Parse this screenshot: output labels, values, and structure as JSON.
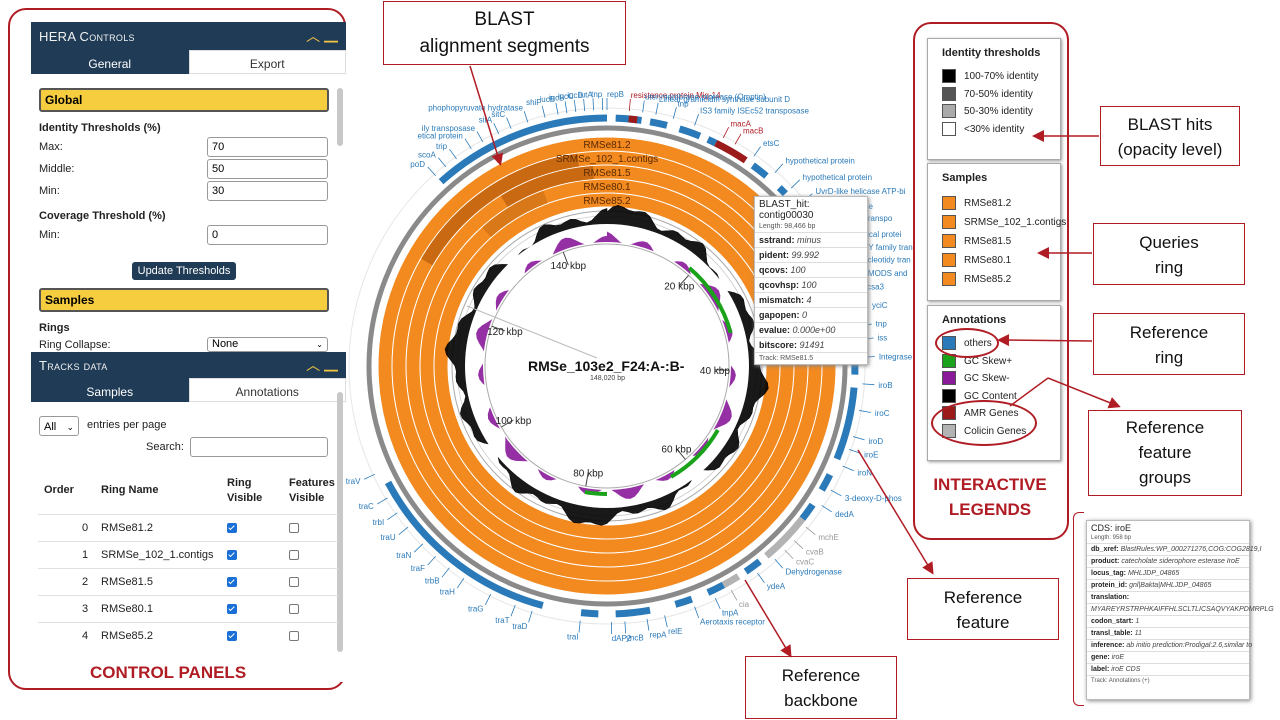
{
  "hera": {
    "title": "HERA Controls",
    "tabs": [
      "General",
      "Export"
    ],
    "global_label": "Global",
    "identity_label": "Identity Thresholds (%)",
    "max_label": "Max:",
    "max_value": "70",
    "middle_label": "Middle:",
    "middle_value": "50",
    "min_label": "Min:",
    "min_value": "30",
    "coverage_label": "Coverage Threshold (%)",
    "cov_min_label": "Min:",
    "cov_min_value": "0",
    "update_button": "Update Thresholds",
    "samples_label": "Samples",
    "rings_label": "Rings",
    "ring_collapse_label": "Ring Collapse:",
    "ring_collapse_value": "None"
  },
  "tracks": {
    "title": "Tracks data",
    "tabs": [
      "Samples",
      "Annotations"
    ],
    "entries_value": "All",
    "entries_label": "entries per page",
    "search_label": "Search:",
    "headers": [
      "Order",
      "Ring Name",
      "Ring Visible",
      "Features Visible"
    ],
    "rows": [
      {
        "order": "0",
        "name": "RMSe81.2"
      },
      {
        "order": "1",
        "name": "SRMSe_102_1.contigs"
      },
      {
        "order": "2",
        "name": "RMSe81.5"
      },
      {
        "order": "3",
        "name": "RMSe80.1"
      },
      {
        "order": "4",
        "name": "RMSe85.2"
      }
    ]
  },
  "callouts": {
    "control_panels": "CONTROL PANELS",
    "blast_segments": [
      "BLAST",
      "alignment segments"
    ],
    "interactive_legends": [
      "INTERACTIVE",
      "LEGENDS"
    ],
    "blast_hits": [
      "BLAST hits",
      "(opacity level)"
    ],
    "queries_ring": [
      "Queries",
      "ring"
    ],
    "reference_ring": [
      "Reference",
      "ring"
    ],
    "feature_groups": [
      "Reference",
      "feature",
      "groups"
    ],
    "reference_feature": [
      "Reference",
      "feature"
    ],
    "reference_backbone": [
      "Reference",
      "backbone"
    ]
  },
  "legends": {
    "identity": {
      "title": "Identity thresholds",
      "items": [
        {
          "label": "100-70% identity",
          "color": "#000000"
        },
        {
          "label": "70-50% identity",
          "color": "#555555"
        },
        {
          "label": "50-30% identity",
          "color": "#aaaaaa"
        },
        {
          "label": "<30% identity",
          "color": "#ffffff"
        }
      ]
    },
    "samples": {
      "title": "Samples",
      "items": [
        {
          "label": "RMSe81.2",
          "color": "#f28a20"
        },
        {
          "label": "SRMSe_102_1.contigs",
          "color": "#f28a20"
        },
        {
          "label": "RMSe81.5",
          "color": "#f28a20"
        },
        {
          "label": "RMSe80.1",
          "color": "#f28a20"
        },
        {
          "label": "RMSe85.2",
          "color": "#f28a20"
        }
      ]
    },
    "annotations": {
      "title": "Annotations",
      "items": [
        {
          "label": "others",
          "color": "#2a7ab9"
        },
        {
          "label": "GC Skew+",
          "color": "#1aa31a"
        },
        {
          "label": "GC Skew-",
          "color": "#8a1a9a"
        },
        {
          "label": "GC Content",
          "color": "#000000"
        },
        {
          "label": "AMR Genes",
          "color": "#9b1b1b"
        },
        {
          "label": "Colicin Genes",
          "color": "#b3b3b3"
        }
      ]
    }
  },
  "plot": {
    "center_title": "RMSe_103e2_F24:A-:B-",
    "center_sub": "148,020 bp",
    "ring_labels": [
      "RMSe81.2",
      "SRMSe_102_1.contigs",
      "RMSe81.5",
      "RMSe80.1",
      "RMSe85.2"
    ],
    "kbp_labels": [
      {
        "t": "20 kbp",
        "a": 42
      },
      {
        "t": "40 kbp",
        "a": 92
      },
      {
        "t": "60 kbp",
        "a": 140
      },
      {
        "t": "80 kbp",
        "a": 190
      },
      {
        "t": "100 kbp",
        "a": 240
      },
      {
        "t": "120 kbp",
        "a": 289
      },
      {
        "t": "140 kbp",
        "a": 339
      }
    ],
    "gene_labels": [
      {
        "t": "resistance protein Mig-14",
        "a": 5,
        "c": "#b01c24"
      },
      {
        "t": "uter membrane protease (Omptin)",
        "a": 8,
        "c": "#2a7ab9"
      },
      {
        "t": "repB",
        "a": 0,
        "c": "#2a7ab9"
      },
      {
        "t": "Linear gramicidin synthase subunit D",
        "a": 11,
        "c": "#2a7ab9"
      },
      {
        "t": "tnp",
        "a": 15,
        "c": "#2a7ab9"
      },
      {
        "t": "IS3 family ISEc52 transposase",
        "a": 20,
        "c": "#2a7ab9"
      },
      {
        "t": "macA",
        "a": 27,
        "c": "#b01c24"
      },
      {
        "t": "macB",
        "a": 30,
        "c": "#b01c24"
      },
      {
        "t": "etsC",
        "a": 35,
        "c": "#2a7ab9"
      },
      {
        "t": "hypothetical protein",
        "a": 41,
        "c": "#2a7ab9"
      },
      {
        "t": "hypothetical protein",
        "a": 46,
        "c": "#2a7ab9"
      },
      {
        "t": "UvrD-like helicase ATP-bi",
        "a": 50,
        "c": "#2a7ab9"
      },
      {
        "t": "Transposase",
        "a": 54,
        "c": "#2a7ab9"
      },
      {
        "t": "Y family transpo",
        "a": 57,
        "c": "#2a7ab9"
      },
      {
        "t": "pothetical protei",
        "a": 61,
        "c": "#2a7ab9"
      },
      {
        "t": "SNCY family tran",
        "a": 64,
        "c": "#2a7ab9"
      },
      {
        "t": "Nucleotidy tran",
        "a": 67,
        "c": "#2a7ab9"
      },
      {
        "t": "SMODS and",
        "a": 70,
        "c": "#2a7ab9"
      },
      {
        "t": "csa3",
        "a": 73,
        "c": "#2a7ab9"
      },
      {
        "t": "yciC",
        "a": 77,
        "c": "#2a7ab9"
      },
      {
        "t": "tnp",
        "a": 81,
        "c": "#2a7ab9"
      },
      {
        "t": "iss",
        "a": 84,
        "c": "#2a7ab9"
      },
      {
        "t": "Integrase",
        "a": 88,
        "c": "#2a7ab9"
      },
      {
        "t": "iroB",
        "a": 94,
        "c": "#2a7ab9"
      },
      {
        "t": "iroC",
        "a": 100,
        "c": "#2a7ab9"
      },
      {
        "t": "iroD",
        "a": 106,
        "c": "#2a7ab9"
      },
      {
        "t": "iroE",
        "a": 109,
        "c": "#2a7ab9"
      },
      {
        "t": "iroN",
        "a": 113,
        "c": "#2a7ab9"
      },
      {
        "t": "3-deoxy-D-phos",
        "a": 119,
        "c": "#2a7ab9"
      },
      {
        "t": "dedA",
        "a": 123,
        "c": "#2a7ab9"
      },
      {
        "t": "mchE",
        "a": 129,
        "c": "#999999"
      },
      {
        "t": "cvaB",
        "a": 133,
        "c": "#999999"
      },
      {
        "t": "cvaC",
        "a": 136,
        "c": "#999999"
      },
      {
        "t": "Dehydrogenase",
        "a": 139,
        "c": "#2a7ab9"
      },
      {
        "t": "ydeA",
        "a": 144,
        "c": "#2a7ab9"
      },
      {
        "t": "cia",
        "a": 151,
        "c": "#999999"
      },
      {
        "t": "tnpA",
        "a": 155,
        "c": "#2a7ab9"
      },
      {
        "t": "Aerotaxis receptor",
        "a": 160,
        "c": "#2a7ab9"
      },
      {
        "t": "relE",
        "a": 167,
        "c": "#2a7ab9"
      },
      {
        "t": "repA",
        "a": 171,
        "c": "#2a7ab9"
      },
      {
        "t": "yncB",
        "a": 176,
        "c": "#2a7ab9"
      },
      {
        "t": "dAP2",
        "a": 179,
        "c": "#2a7ab9"
      },
      {
        "t": "traI",
        "a": 186,
        "c": "#2a7ab9"
      },
      {
        "t": "traD",
        "a": 197,
        "c": "#2a7ab9"
      },
      {
        "t": "traT",
        "a": 201,
        "c": "#2a7ab9"
      },
      {
        "t": "traG",
        "a": 207,
        "c": "#2a7ab9"
      },
      {
        "t": "traH",
        "a": 214,
        "c": "#2a7ab9"
      },
      {
        "t": "trbB",
        "a": 218,
        "c": "#2a7ab9"
      },
      {
        "t": "traF",
        "a": 222,
        "c": "#2a7ab9"
      },
      {
        "t": "traN",
        "a": 226,
        "c": "#2a7ab9"
      },
      {
        "t": "traU",
        "a": 231,
        "c": "#2a7ab9"
      },
      {
        "t": "trbI",
        "a": 235,
        "c": "#2a7ab9"
      },
      {
        "t": "traC",
        "a": 239,
        "c": "#2a7ab9"
      },
      {
        "t": "traV",
        "a": 245,
        "c": "#2a7ab9"
      },
      {
        "t": "poD",
        "a": 318,
        "c": "#2a7ab9"
      },
      {
        "t": "scoA",
        "a": 321,
        "c": "#2a7ab9"
      },
      {
        "t": "trip",
        "a": 324,
        "c": "#2a7ab9"
      },
      {
        "t": "etical protein",
        "a": 328,
        "c": "#2a7ab9"
      },
      {
        "t": "ily transposase",
        "a": 331,
        "c": "#2a7ab9"
      },
      {
        "t": "sitA",
        "a": 335,
        "c": "#2a7ab9"
      },
      {
        "t": "sitC",
        "a": 338,
        "c": "#2a7ab9"
      },
      {
        "t": "phophopyruvate hydratase",
        "a": 342,
        "c": "#2a7ab9"
      },
      {
        "t": "shiF",
        "a": 346,
        "c": "#2a7ab9"
      },
      {
        "t": "iucB",
        "a": 349,
        "c": "#2a7ab9"
      },
      {
        "t": "iucB",
        "a": 351,
        "c": "#2a7ab9"
      },
      {
        "t": "iucC",
        "a": 353,
        "c": "#2a7ab9"
      },
      {
        "t": "iucD",
        "a": 355,
        "c": "#2a7ab9"
      },
      {
        "t": "iutA",
        "a": 357,
        "c": "#2a7ab9"
      },
      {
        "t": "tnp",
        "a": 359,
        "c": "#2a7ab9"
      }
    ]
  },
  "tooltip_blast": {
    "title": "BLAST_hit: contig00030",
    "length": "Length: 98,466 bp",
    "rows": [
      {
        "k": "sstrand",
        "v": "minus"
      },
      {
        "k": "pident",
        "v": "99.992"
      },
      {
        "k": "qcovs",
        "v": "100"
      },
      {
        "k": "qcovhsp",
        "v": "100"
      },
      {
        "k": "mismatch",
        "v": "4"
      },
      {
        "k": "gapopen",
        "v": "0"
      },
      {
        "k": "evalue",
        "v": "0.000e+00"
      },
      {
        "k": "bitscore",
        "v": "91491"
      }
    ],
    "track": "Track: RMSe81.5"
  },
  "tooltip_cds": {
    "title": "CDS: iroE",
    "length": "Length: 958 bp",
    "rows": [
      {
        "k": "db_xref",
        "v": "BlastRules:WP_000271276,COG:COG2819,I"
      },
      {
        "k": "product",
        "v": "catecholate siderophore esterase IroE"
      },
      {
        "k": "locus_tag",
        "v": "MHLJDP_04865"
      },
      {
        "k": "protein_id",
        "v": "gnl|Bakta|MHLJDP_04865"
      },
      {
        "k": "translation",
        "v": ""
      },
      {
        "k": "",
        "v": "MYAREYRSTRPHKAIFFHLSCLTLICSAQVYAKPDMRPLG"
      },
      {
        "k": "codon_start",
        "v": "1"
      },
      {
        "k": "transl_table",
        "v": "11"
      },
      {
        "k": "inference",
        "v": "ab initio prediction:Prodigal:2.6,similar to"
      },
      {
        "k": "gene",
        "v": "iroE"
      },
      {
        "k": "label",
        "v": "iroE CDS"
      }
    ],
    "track": "Track: Annotations (+)"
  },
  "colors": {
    "red": "#b01c24",
    "navy": "#1f3b55",
    "orange": "#f28a20",
    "blue": "#2a7ab9"
  }
}
